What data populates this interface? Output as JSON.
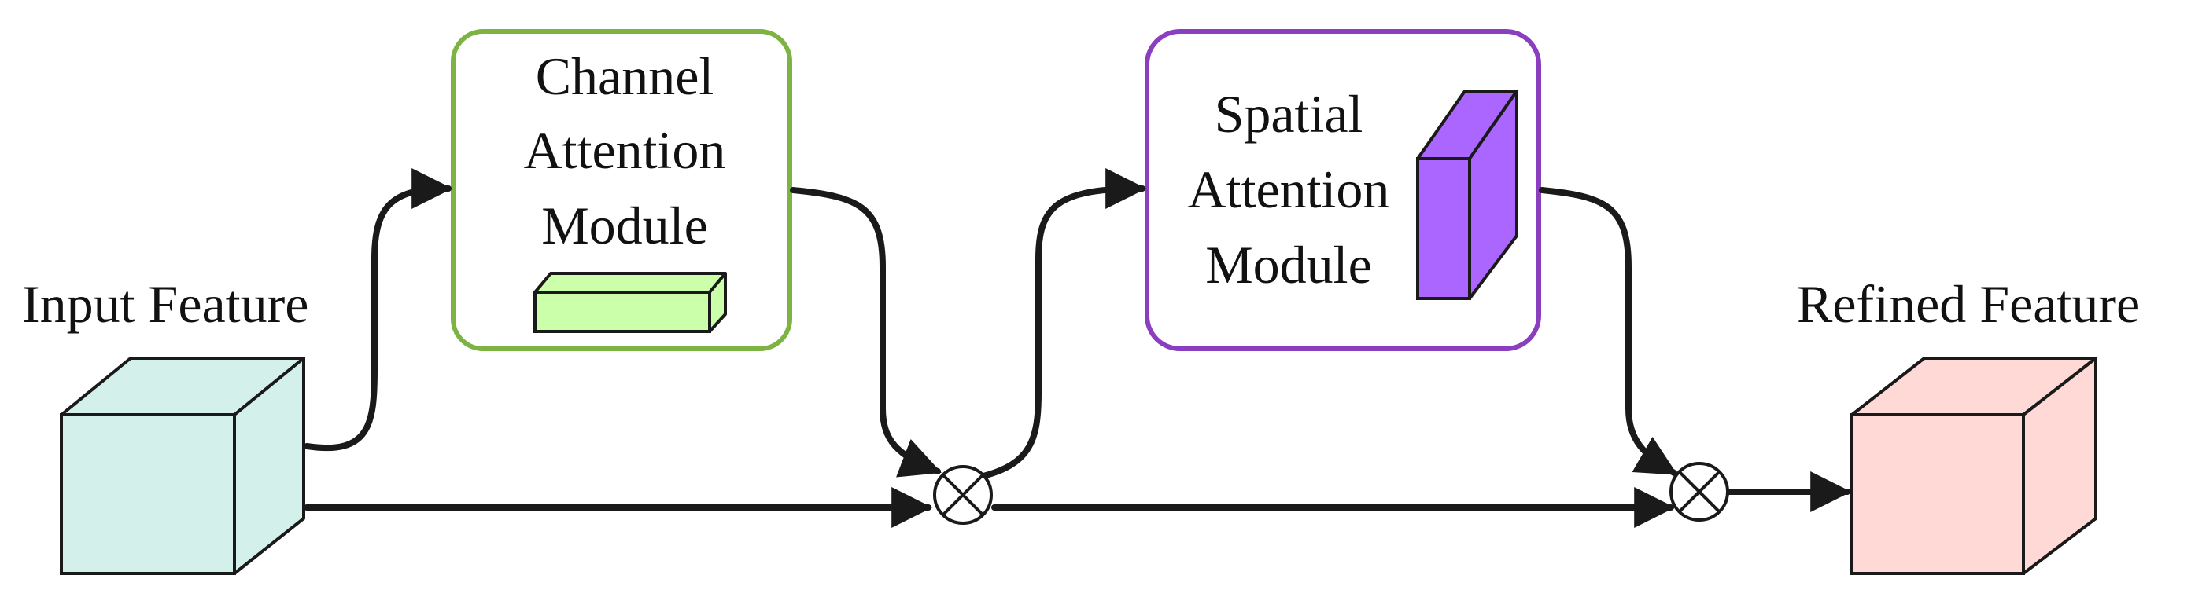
{
  "diagram": {
    "input": {
      "label": "Input Feature",
      "face_color": "#d3f1ea"
    },
    "channel_module": {
      "lines": [
        "Channel",
        "Attention",
        "Module"
      ],
      "border_color": "#7cb342",
      "block_color": "#ccffaa"
    },
    "spatial_module": {
      "lines": [
        "Spatial",
        "Attention",
        "Module"
      ],
      "border_color": "#8a3fc0",
      "block_color": "#aa66ff"
    },
    "output": {
      "label": "Refined Feature",
      "face_color": "#ffd9d6"
    },
    "operators": [
      {
        "symbol": "multiply",
        "meaning": "element-wise multiplication"
      },
      {
        "symbol": "multiply",
        "meaning": "element-wise multiplication"
      }
    ],
    "colors": {
      "stroke": "#1a1a1a",
      "background": "#ffffff"
    }
  }
}
